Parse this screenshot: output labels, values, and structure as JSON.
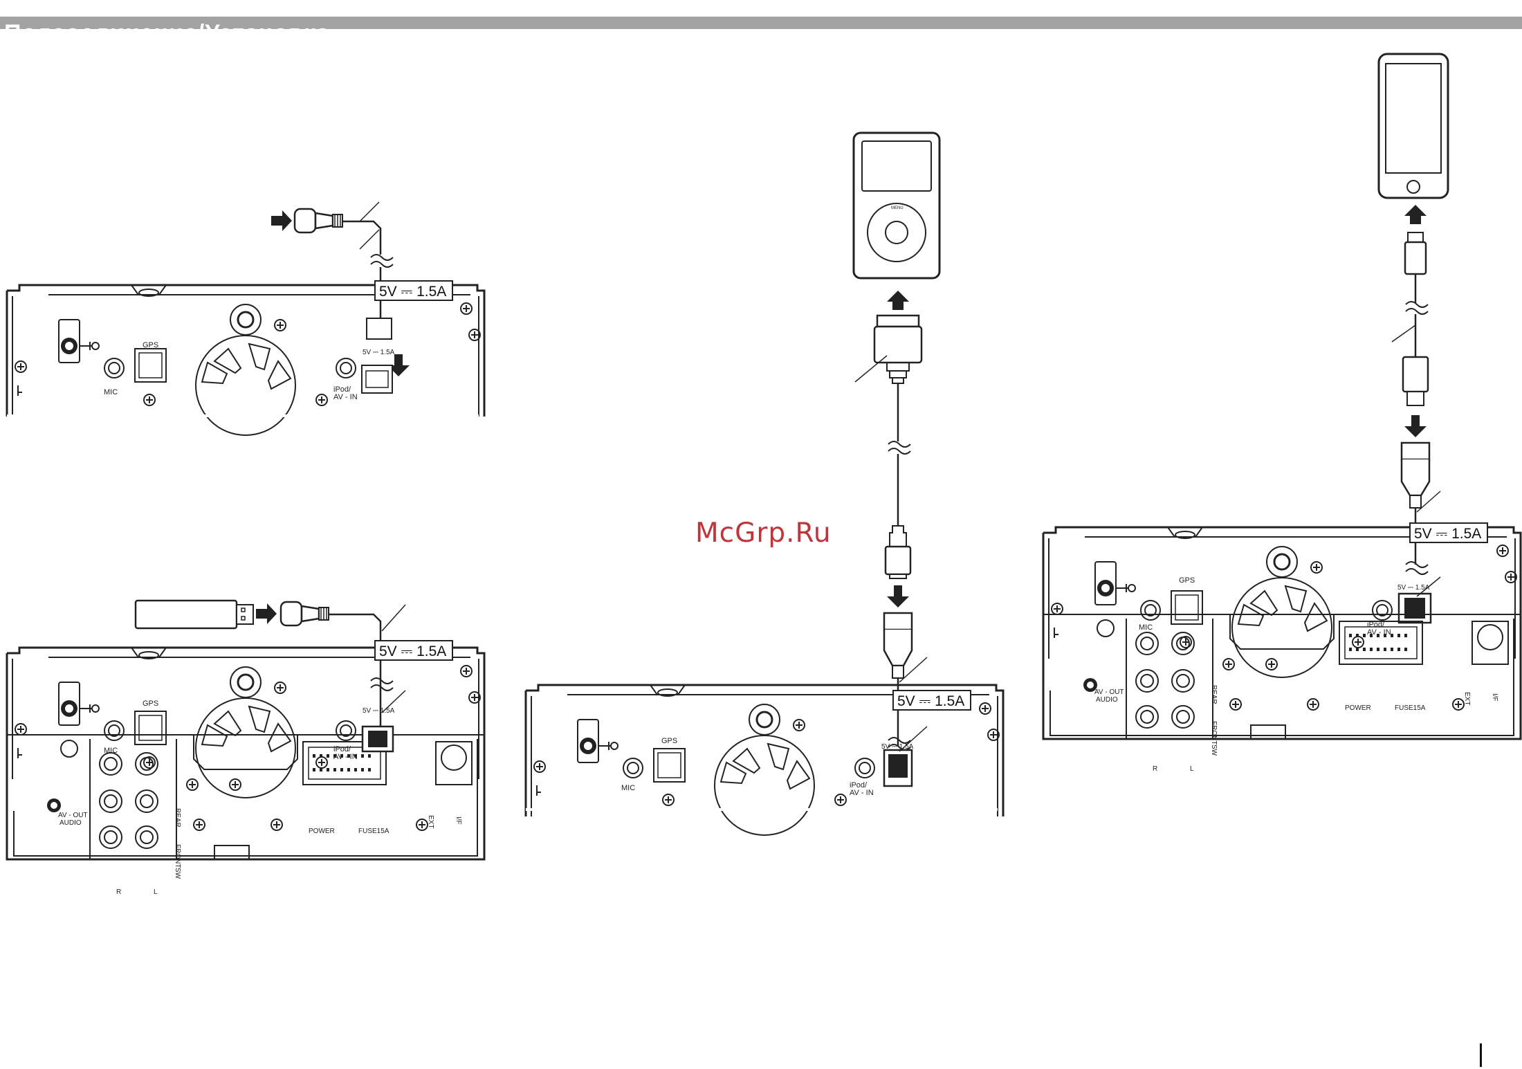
{
  "header": {
    "title": "Подсоединение/Установка"
  },
  "watermark": "McGrp.Ru",
  "units": {
    "rating_label": "5V ⎓ 1.5A",
    "port_rating_short": "5V ⎓ 1.5A",
    "port_labels": {
      "gps": "GPS",
      "mic": "MIC",
      "ipod_av_in_line1": "iPod/",
      "ipod_av_in_line2": "AV - IN",
      "av_out_line1": "AV - OUT",
      "av_out_line2": "AUDIO",
      "rear": "REAR",
      "front": "FRONT",
      "sw": "SW",
      "r": "R",
      "l": "L",
      "power": "POWER",
      "fuse": "FUSE15A",
      "ext": "EXT",
      "if": "I/F"
    }
  },
  "device_labels": {
    "menu": "MENU"
  },
  "colors": {
    "header": "#a3a3a3",
    "line": "#222222",
    "watermark": "#c0343c"
  }
}
